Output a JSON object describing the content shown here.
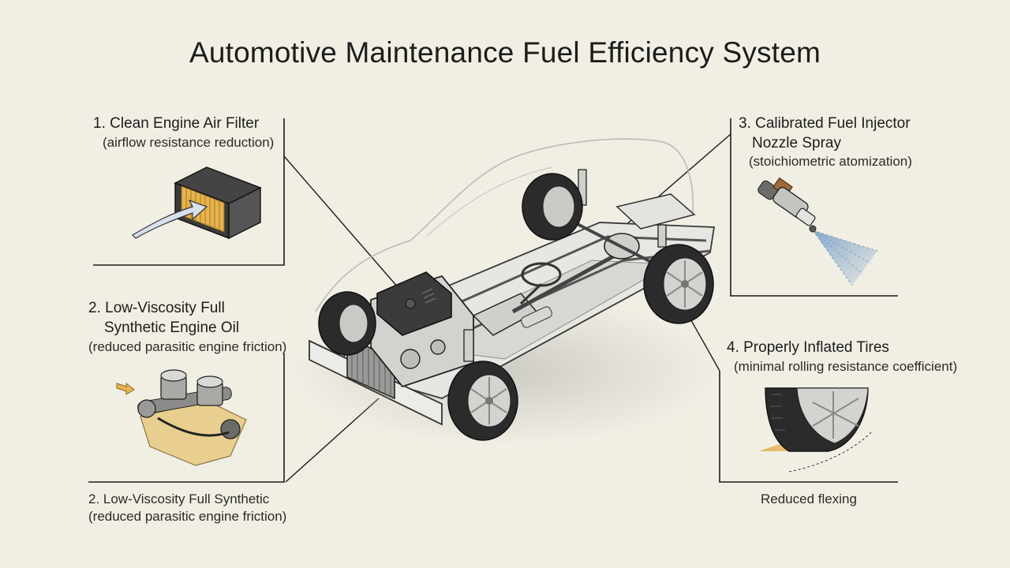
{
  "title": "Automotive Maintenance Fuel Efficiency System",
  "callouts": [
    {
      "heading": "1. Clean Engine Air Filter",
      "note": "(airflow resistance reduction)",
      "icon": "air-filter-icon"
    },
    {
      "heading_lines": [
        "2. Low-Viscosity Full",
        "Synthetic Engine Oil"
      ],
      "note": "(reduced parasitic engine friction)",
      "icon": "engine-crankshaft-icon"
    },
    {
      "heading_lines": [
        "3. Calibrated Fuel Injector",
        "Nozzle Spray"
      ],
      "note": "(stoichiometric atomization)",
      "icon": "fuel-injector-icon"
    },
    {
      "heading": "4. Properly Inflated Tires",
      "note": "(minimal rolling resistance coefficient)",
      "icon": "tire-contact-patch-icon"
    }
  ],
  "footer_left": {
    "line1": "2. Low-Viscosity Full Synthetic",
    "line2": "(reduced parasitic engine friction)"
  },
  "footer_right": "Reduced flexing",
  "colors": {
    "background": "#f1efe4",
    "line": "#1c1c1c",
    "filter": "#e6b34e",
    "oil": "#e8cf8f",
    "spray": "#7fa3c9",
    "tire_patch": "#e6a84a"
  }
}
